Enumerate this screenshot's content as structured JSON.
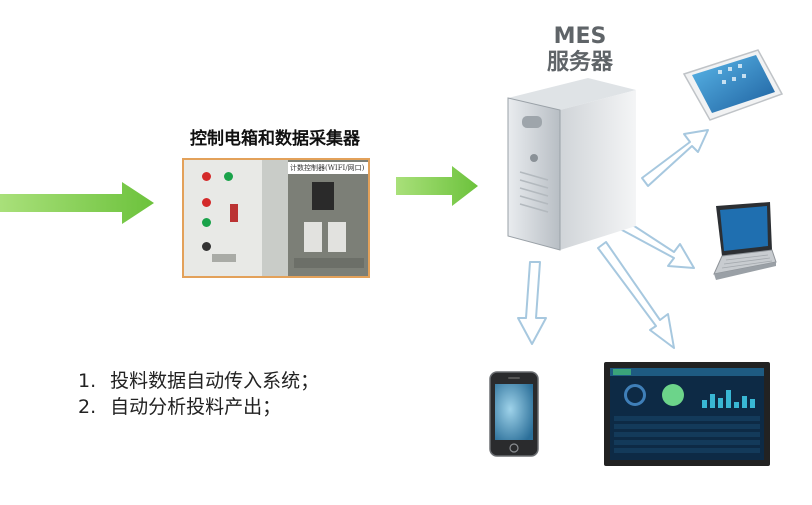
{
  "server": {
    "line1": "MES",
    "line2": "服务器"
  },
  "control_box": {
    "title": "控制电箱和数据采集器",
    "inside_label": "计数控制器(WIFI/网口)"
  },
  "notes": [
    {
      "num": "1.",
      "text": "投料数据自动传入系统；"
    },
    {
      "num": "2.",
      "text": "自动分析投料产出；"
    }
  ],
  "colors": {
    "green_arrow": "#7fcf4a",
    "outline_arrow": "#a7c8df",
    "photo_border": "#e3a15a",
    "server_title": "#5f6468"
  },
  "icons": [
    "server-icon",
    "tablet-icon",
    "laptop-icon",
    "phone-icon",
    "dashboard-screen-icon"
  ]
}
